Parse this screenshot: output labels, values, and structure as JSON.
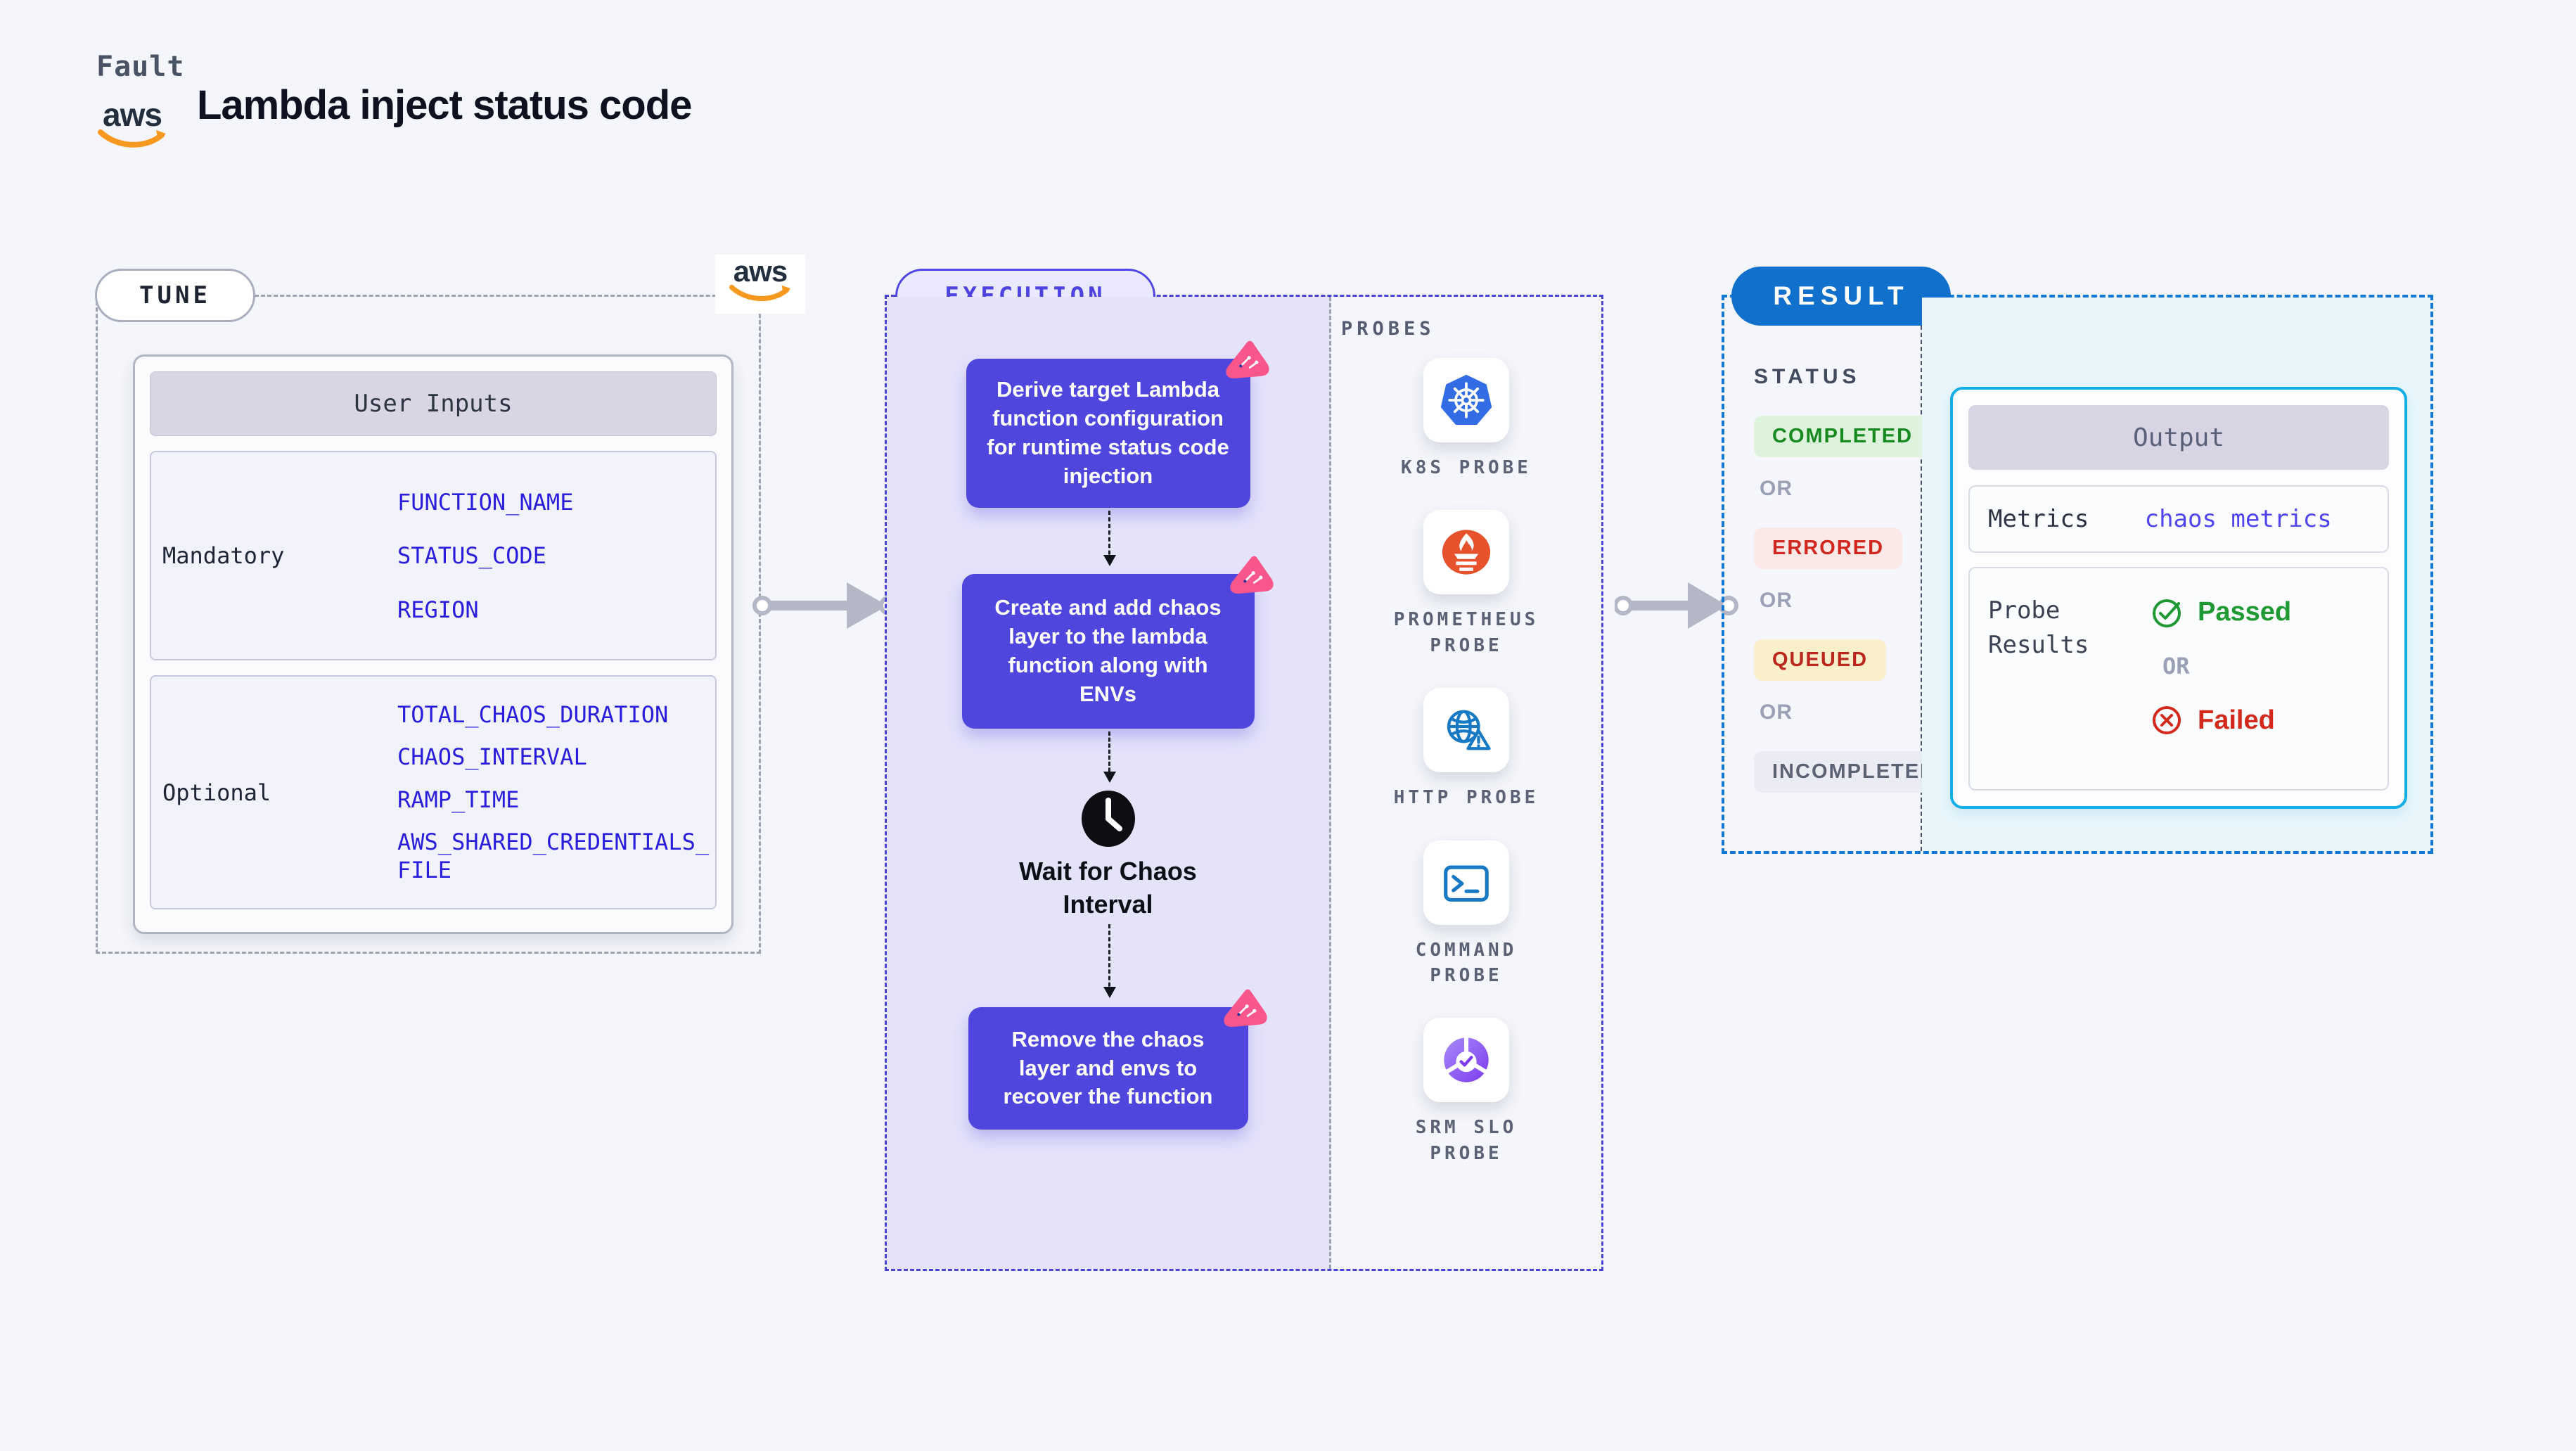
{
  "header": {
    "eyebrow": "Fault",
    "title": "Lambda inject status code",
    "aws_label": "aws"
  },
  "tune": {
    "pill": "TUNE",
    "user_inputs": {
      "title": "User Inputs",
      "groups": [
        {
          "label": "Mandatory",
          "vars": [
            "FUNCTION_NAME",
            "STATUS_CODE",
            "REGION"
          ]
        },
        {
          "label": "Optional",
          "vars": [
            "TOTAL_CHAOS_DURATION",
            "CHAOS_INTERVAL",
            "RAMP_TIME",
            "AWS_SHARED_CREDENTIALS_FILE"
          ]
        }
      ]
    }
  },
  "execution": {
    "pill": "EXECUTION",
    "steps": [
      {
        "type": "box",
        "text": "Derive target Lambda function configuration for runtime status code injection"
      },
      {
        "type": "box",
        "text": "Create and add chaos layer to the lambda function along with ENVs"
      },
      {
        "type": "wait",
        "text": "Wait for Chaos Interval"
      },
      {
        "type": "box",
        "text": "Remove the chaos layer and envs to recover the function"
      }
    ],
    "probes": {
      "title": "PROBES",
      "items": [
        {
          "icon": "k8s",
          "name": "K8S PROBE"
        },
        {
          "icon": "prometheus",
          "name": "PROMETHEUS PROBE"
        },
        {
          "icon": "http",
          "name": "HTTP PROBE"
        },
        {
          "icon": "command",
          "name": "COMMAND PROBE"
        },
        {
          "icon": "srm-slo",
          "name": "SRM SLO PROBE"
        }
      ]
    }
  },
  "result": {
    "pill": "RESULT",
    "status": {
      "title": "STATUS",
      "separator": "OR",
      "items": [
        {
          "label": "COMPLETED",
          "fg": "#168a1e",
          "bg": "#def3dc"
        },
        {
          "label": "ERRORED",
          "fg": "#d0281e",
          "bg": "#fbe9e8"
        },
        {
          "label": "QUEUED",
          "fg": "#bb271d",
          "bg": "#faefcb"
        },
        {
          "label": "INCOMPLETED",
          "fg": "#5b6273",
          "bg": "#ebecf3"
        }
      ]
    },
    "output": {
      "title": "Output",
      "metrics_label": "Metrics",
      "metrics_value": "chaos metrics",
      "probe_results_label": "Probe Results",
      "passed_label": "Passed",
      "or_label": "OR",
      "failed_label": "Failed"
    }
  },
  "colors": {
    "page_bg": "#f4f6fb",
    "tune_dash": "#9aa1af",
    "execution_dash": "#4943d7",
    "execution_fill": "#e5e3fa",
    "step_fill": "#4f46dd",
    "chaos_badge": "#f9568c",
    "result_dash": "#1377d4",
    "result_pill": "#1070cc",
    "result_fill": "#e8f6fc",
    "output_border": "#14aee6",
    "env_var_text": "#2a1edd",
    "aws_orange": "#f7981f",
    "passed_green": "#1f9a33",
    "failed_red": "#d2291b"
  }
}
